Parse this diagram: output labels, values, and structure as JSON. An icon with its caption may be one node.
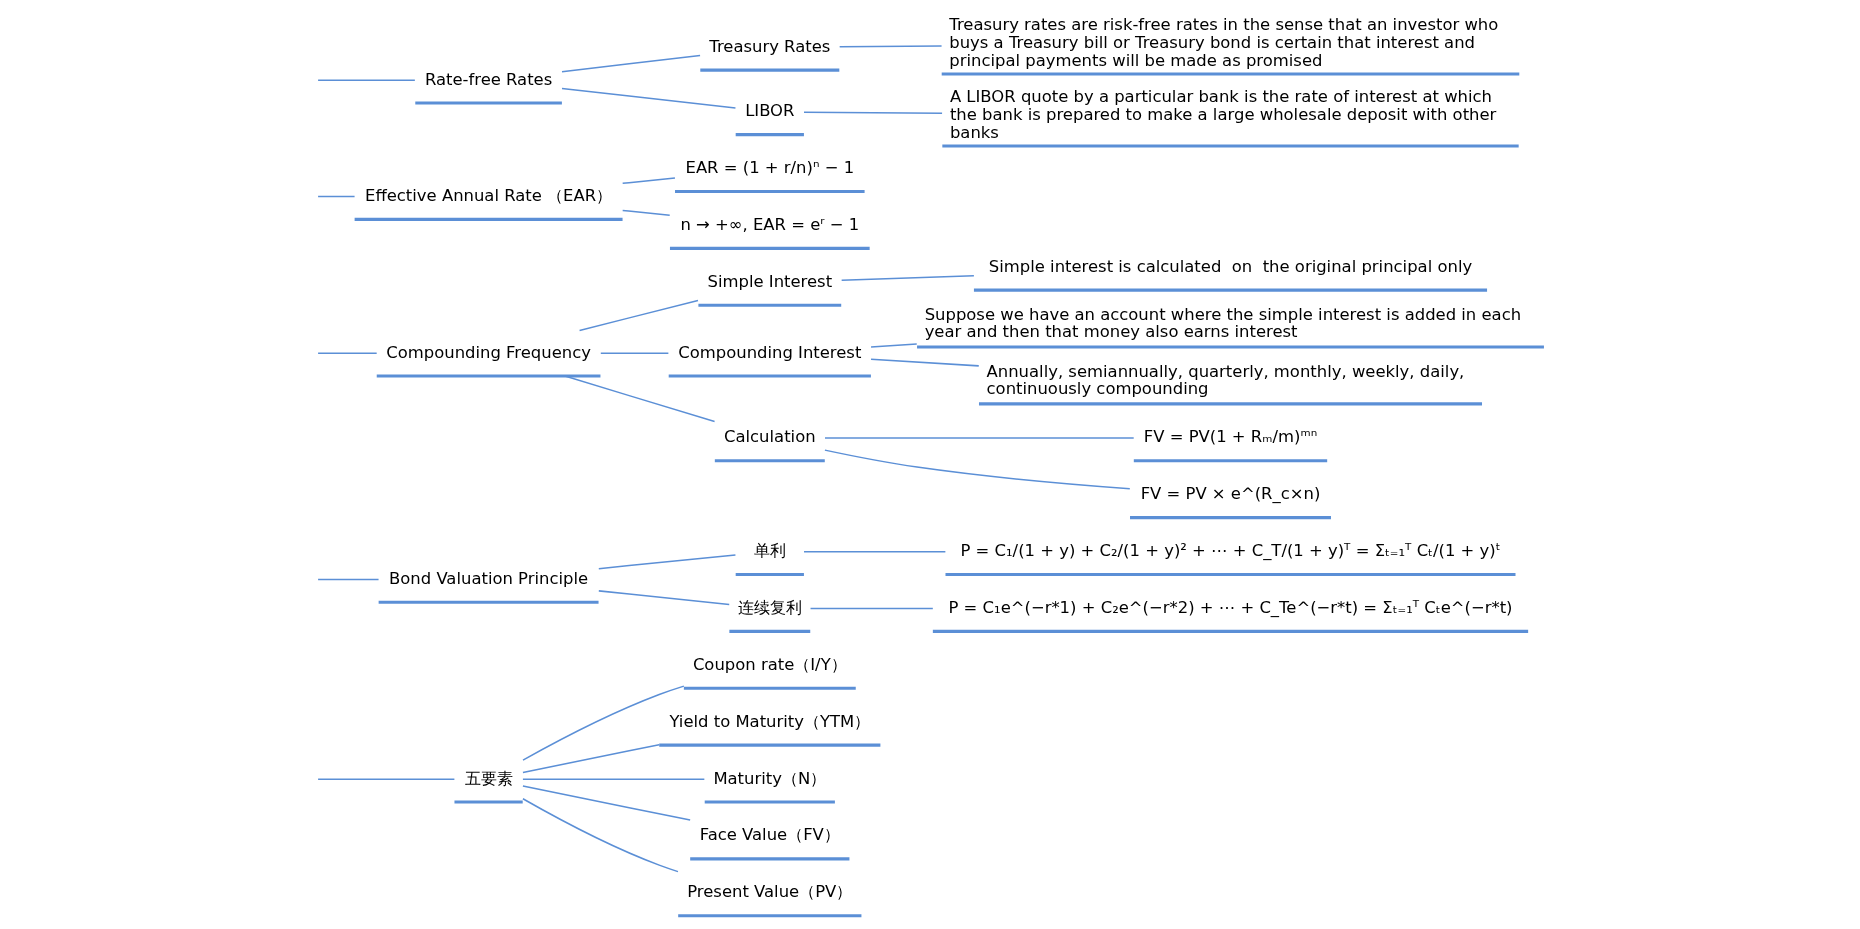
{
  "diagram": {
    "nodes": [
      {
        "text": [
          "五要素"
        ]
      },
      {
        "text": [
          "Coupon rate（I/Y）"
        ]
      },
      {
        "text": [
          "Yield to Maturity（YTM）"
        ]
      },
      {
        "text": [
          "Maturity（N）"
        ]
      },
      {
        "text": [
          "Face Value（FV）"
        ]
      },
      {
        "text": [
          "Present Value（PV）"
        ]
      },
      {
        "text": [
          "Bond Valuation Principle"
        ]
      },
      {
        "text": [
          "单利"
        ]
      },
      {
        "text": [
          "P = C₁/(1 + y) + C₂/(1 + y)² + ⋯ + C_T/(1 + y)ᵀ = Σₜ₌₁ᵀ Cₜ/(1 + y)ᵗ"
        ]
      },
      {
        "text": [
          "连续复利"
        ]
      },
      {
        "text": [
          "P = C₁e^(−r*1) + C₂e^(−r*2) + ⋯ + C_Te^(−r*t) = Σₜ₌₁ᵀ Cₜe^(−r*t)"
        ]
      },
      {
        "text": [
          "Compounding Frequency"
        ]
      },
      {
        "text": [
          "Simple Interest"
        ]
      },
      {
        "text": [
          "Simple interest is calculated  on  the original principal only"
        ]
      },
      {
        "text": [
          "Compounding Interest"
        ]
      },
      {
        "text": [
          "Suppose we have an account where the simple interest is added in each year and then that money also earns interest"
        ]
      },
      {
        "text": [
          "Annually, semiannually, quarterly, monthly, weekly, daily, continuously compounding"
        ]
      },
      {
        "text": [
          "Calculation"
        ]
      },
      {
        "text": [
          "FV = PV(1 + Rₘ/m)ᵐⁿ"
        ]
      },
      {
        "text": [
          "FV = PV × e^(R_c×n)"
        ]
      },
      {
        "text": [
          "Effective Annual Rate （EAR）"
        ]
      },
      {
        "text": [
          "EAR = (1 + r/n)ⁿ − 1"
        ]
      },
      {
        "text": [
          "n → +∞, EAR = eʳ − 1"
        ]
      },
      {
        "text": [
          "Rate-free Rates"
        ]
      },
      {
        "text": [
          "Treasury Rates"
        ]
      },
      {
        "text": [
          "Treasury rates are risk-free rates in the sense that an investor who buys a Treasury bill or Treasury bond is certain that interest and principal payments will be made as promised"
        ]
      },
      {
        "text": [
          "LIBOR"
        ]
      },
      {
        "text": [
          "A LIBOR quote by a particular bank is the rate of interest at which the bank is prepared to make a large wholesale deposit with other banks"
        ]
      }
    ],
    "edges": [
      {
        "from": null,
        "to": 0,
        "arrow": "none"
      },
      {
        "from": 0,
        "to": 1,
        "arrow": "none"
      },
      {
        "from": 0,
        "to": 2,
        "arrow": "none"
      },
      {
        "from": 0,
        "to": 3,
        "arrow": "none"
      },
      {
        "from": 0,
        "to": 4,
        "arrow": "none"
      },
      {
        "from": 0,
        "to": 5,
        "arrow": "none"
      },
      {
        "from": null,
        "to": 6,
        "arrow": "none"
      },
      {
        "from": 6,
        "to": 7,
        "arrow": "none"
      },
      {
        "from": 7,
        "to": 8,
        "arrow": "none"
      },
      {
        "from": 6,
        "to": 9,
        "arrow": "none"
      },
      {
        "from": 9,
        "to": 10,
        "arrow": "none"
      },
      {
        "from": null,
        "to": 11,
        "arrow": "none"
      },
      {
        "from": 11,
        "to": 12,
        "arrow": "none"
      },
      {
        "from": 12,
        "to": 13,
        "arrow": "none"
      },
      {
        "from": 11,
        "to": 14,
        "arrow": "none"
      },
      {
        "from": 14,
        "to": 15,
        "arrow": "none"
      },
      {
        "from": 14,
        "to": 16,
        "arrow": "none"
      },
      {
        "from": 11,
        "to": 17,
        "arrow": "none"
      },
      {
        "from": 17,
        "to": 18,
        "arrow": "none"
      },
      {
        "from": 17,
        "to": 19,
        "arrow": "none"
      },
      {
        "from": null,
        "to": 20,
        "arrow": "none"
      },
      {
        "from": 20,
        "to": 21,
        "arrow": "none"
      },
      {
        "from": 20,
        "to": 22,
        "arrow": "none"
      },
      {
        "from": null,
        "to": 23,
        "arrow": "none"
      },
      {
        "from": 23,
        "to": 24,
        "arrow": "none"
      },
      {
        "from": 24,
        "to": 25,
        "arrow": "none"
      },
      {
        "from": 23,
        "to": 26,
        "arrow": "none"
      },
      {
        "from": 26,
        "to": 27,
        "arrow": "none"
      }
    ]
  }
}
